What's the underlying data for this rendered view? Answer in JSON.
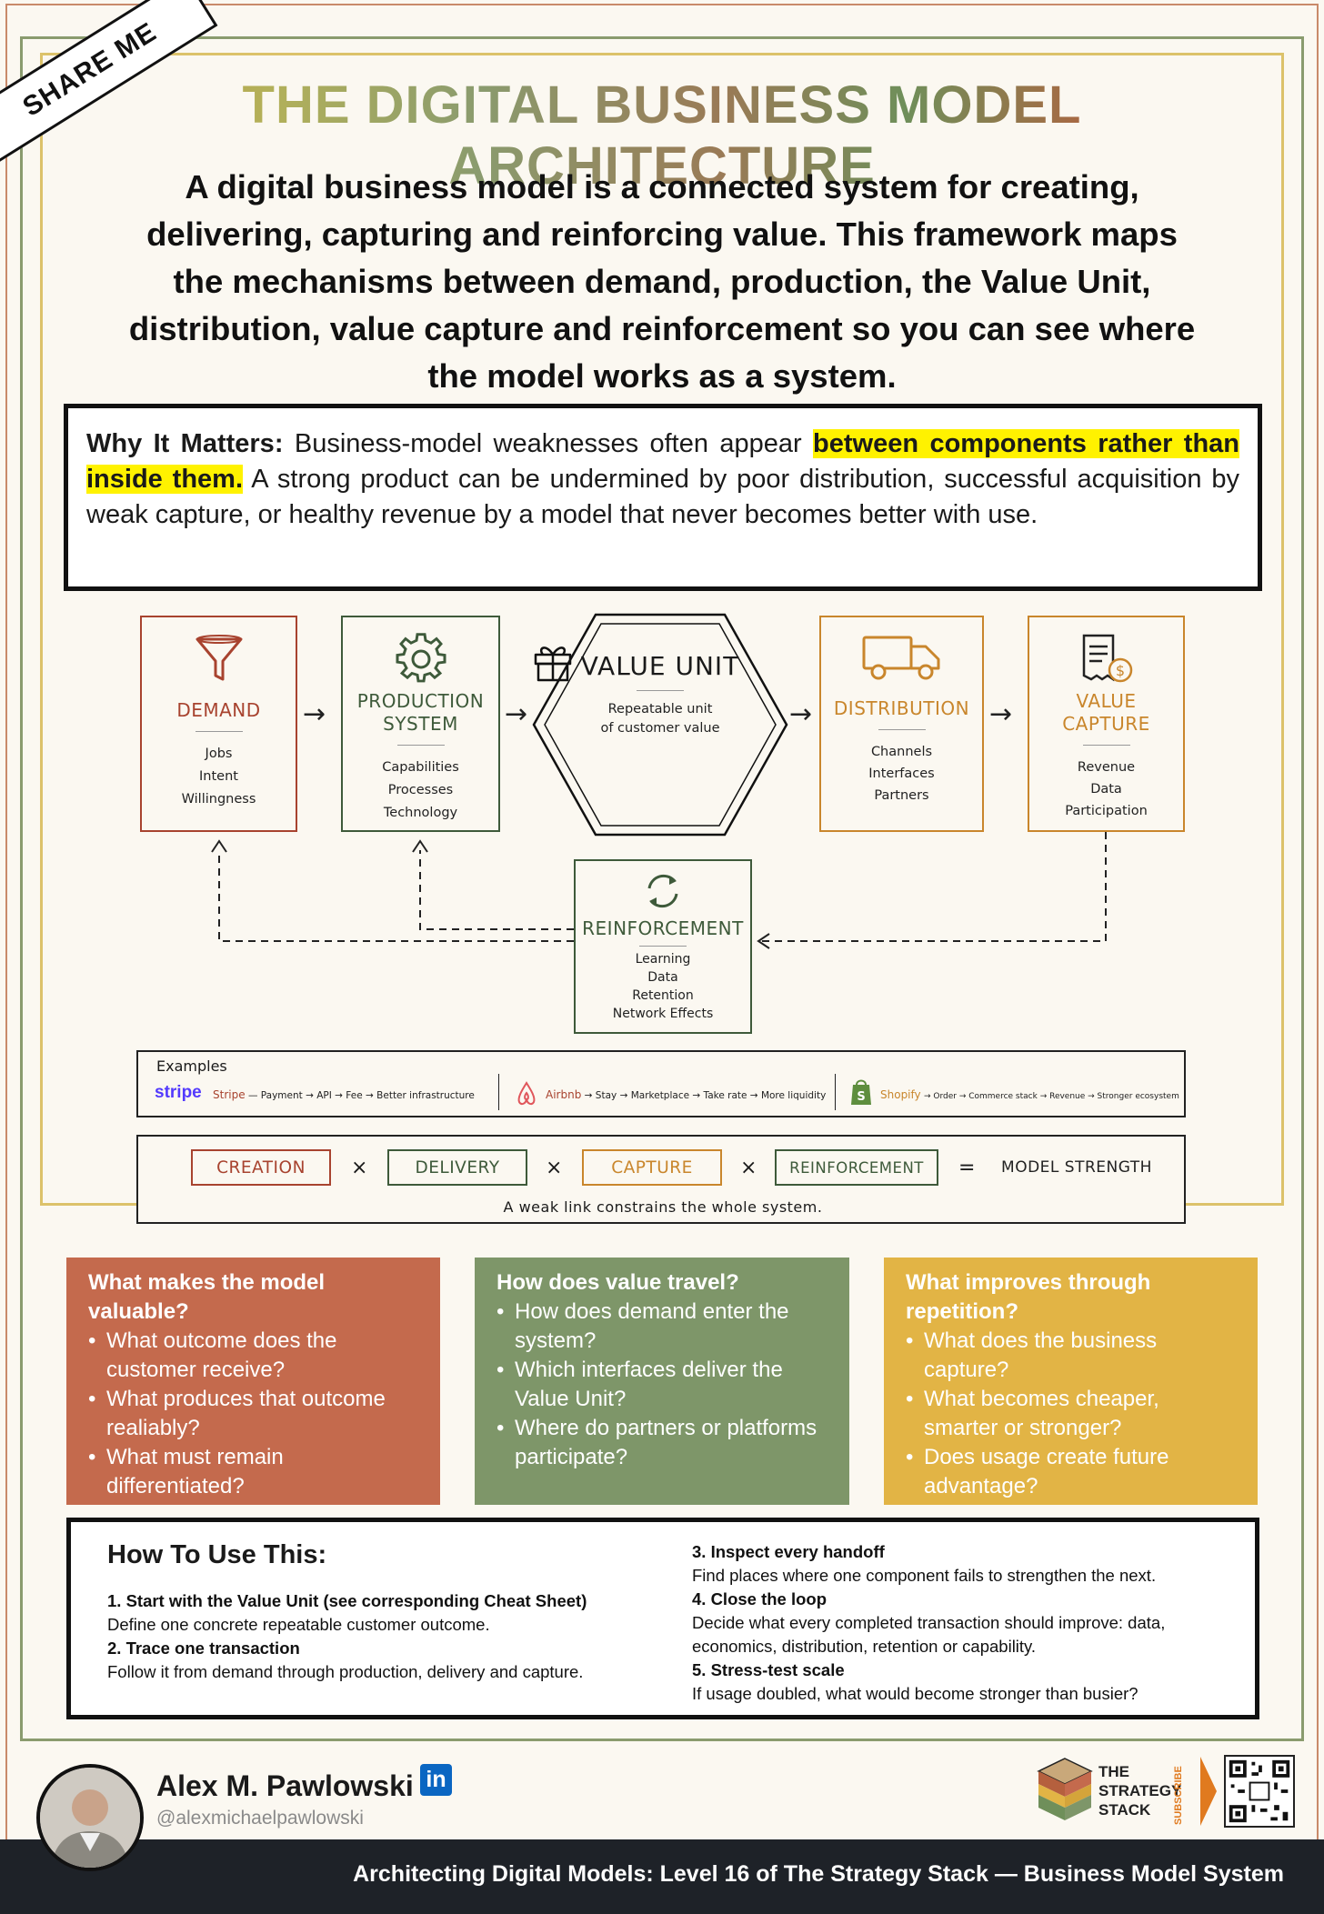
{
  "share_label": "SHARE ME",
  "title": "THE DIGITAL BUSINESS MODEL ARCHITECTURE",
  "subtitle_lines": [
    "A digital business model is a connected system for creating,",
    "delivering, capturing and reinforcing value. This framework maps",
    "the mechanisms between demand, production, the Value Unit,",
    "distribution, value capture and reinforcement so you can see where",
    "the model works as a system."
  ],
  "why": {
    "label": "Why It Matters:",
    "before": "Business-model weaknesses often appear",
    "highlight": "between components rather than inside them.",
    "after": "A strong product can be undermined by poor distribution, successful acquisition by weak capture, or healthy revenue by a model that never becomes better with use."
  },
  "diagram": {
    "demand": {
      "title": "DEMAND",
      "items": [
        "Jobs",
        "Intent",
        "Willingness"
      ]
    },
    "production": {
      "title_lines": [
        "PRODUCTION",
        "SYSTEM"
      ],
      "items": [
        "Capabilities",
        "Processes",
        "Technology"
      ]
    },
    "value_unit": {
      "title": "VALUE UNIT",
      "sub_lines": [
        "Repeatable unit",
        "of customer value"
      ]
    },
    "distribution": {
      "title": "DISTRIBUTION",
      "items": [
        "Channels",
        "Interfaces",
        "Partners"
      ]
    },
    "capture": {
      "title_lines": [
        "VALUE",
        "CAPTURE"
      ],
      "items": [
        "Revenue",
        "Data",
        "Participation"
      ]
    },
    "reinforcement": {
      "title": "REINFORCEMENT",
      "items": [
        "Learning",
        "Data",
        "Retention",
        "Network Effects"
      ]
    },
    "arrow_glyph": "→"
  },
  "examples": {
    "label": "Examples",
    "stripe": {
      "logo": "stripe",
      "name": "Stripe",
      "flow": "— Payment → API → Fee → Better infrastructure"
    },
    "airbnb": {
      "name": "Airbnb",
      "flow": "→ Stay → Marketplace → Take rate → More liquidity"
    },
    "shopify": {
      "name": "Shopify",
      "flow": "→ Order → Commerce stack → Revenue → Stronger ecosystem"
    }
  },
  "formula": {
    "terms": [
      "CREATION",
      "DELIVERY",
      "CAPTURE",
      "REINFORCEMENT"
    ],
    "times": "×",
    "equals": "=",
    "result": "MODEL STRENGTH",
    "note": "A weak link constrains the whole system."
  },
  "cards": [
    {
      "title": "What makes the model valuable?",
      "items": [
        "What outcome does the customer receive?",
        "What produces that outcome realiably?",
        "What must remain differentiated?"
      ]
    },
    {
      "title": "How does value travel?",
      "items": [
        "How does demand enter the system?",
        "Which interfaces deliver the Value Unit?",
        "Where do partners or platforms participate?"
      ]
    },
    {
      "title": "What improves through repetition?",
      "items": [
        "What does the business capture?",
        "What becomes cheaper, smarter or stronger?",
        "Does usage create future advantage?"
      ]
    }
  ],
  "howto": {
    "title": "How To Use This:",
    "steps": [
      {
        "head": "1. Start with the Value Unit (see corresponding Cheat Sheet)",
        "body": "Define one concrete repeatable customer outcome."
      },
      {
        "head": "2. Trace one transaction",
        "body": "Follow it from demand through production, delivery and capture."
      },
      {
        "head": "3. Inspect every handoff",
        "body": "Find places where one component fails to strengthen the next."
      },
      {
        "head": "4. Close the loop",
        "body": "Decide what every completed transaction should improve: data, economics, distribution, retention or capability."
      },
      {
        "head": "5. Stress-test scale",
        "body": "If usage doubled, what would become stronger than busier?"
      }
    ]
  },
  "author": {
    "name": "Alex M. Pawlowski",
    "handle": "@alexmichaelpawlowski",
    "linkedin": "in"
  },
  "logo_lines": [
    "THE",
    "STRATEGY",
    "STACK"
  ],
  "subscribe": "SUBSCRIBE",
  "footer": "Architecting Digital Models: Level 16 of The Strategy Stack — Business Model System",
  "colors": {
    "demand": "#a8432f",
    "production": "#3e5a3a",
    "distribution": "#c9862c",
    "capture": "#c9862c",
    "card1": "#c46a4d",
    "card2": "#7e9669",
    "card3": "#e2b445",
    "highlight": "#fff200"
  },
  "icons": [
    "funnel-icon",
    "gear-icon",
    "gift-icon",
    "truck-icon",
    "invoice-dollar-icon",
    "refresh-cycle-icon",
    "airbnb-icon",
    "shopify-bag-icon",
    "linkedin-icon",
    "qr-code"
  ]
}
